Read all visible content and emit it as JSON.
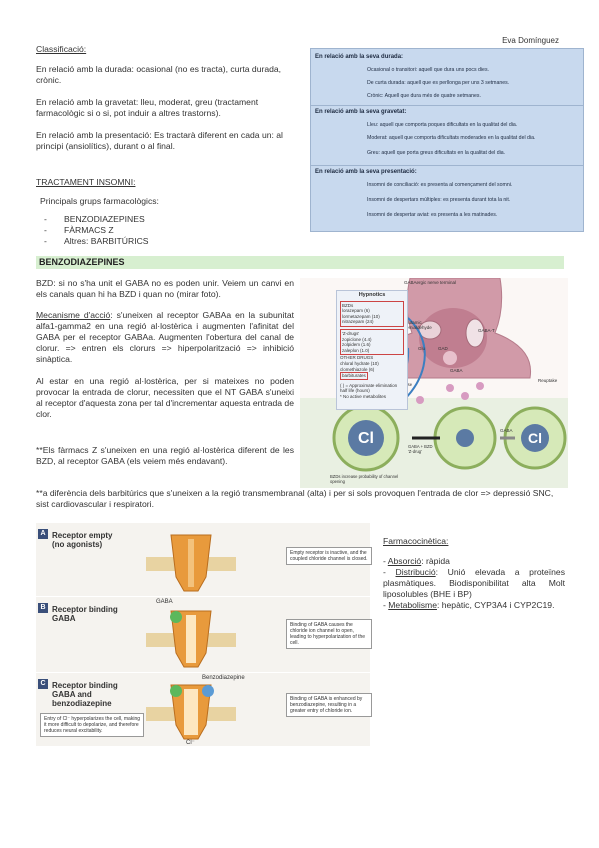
{
  "author": "Eva Domínguez",
  "classification": {
    "title": "Classificació:",
    "paragraphs": [
      "En relació amb la durada: ocasional (no es tracta), curta durada, crònic.",
      "En relació amb la gravetat: lleu, moderat, greu (tractament farmacològic si o si, pot induir a altres trastorns).",
      "En relació amb la presentació: Es tractarà diferent en cada un: al principi (ansiolítics), durant o al final."
    ],
    "table": {
      "sections": [
        {
          "header": "En relació amb la seva durada:",
          "items": [
            "Ocasional o transitori: aquell que dura uns pocs dies.",
            "De curta durada: aquell que es perllonga per uns 3 setmanes.",
            "Crònic: Aquell que dura més de quatre setmanes."
          ]
        },
        {
          "header": "En relació amb la seva gravetat:",
          "items": [
            "Lleu: aquell que comporta poques dificultats en la qualitat del dia.",
            "Moderat: aquell que comporta dificultats moderades en la qualitat del dia.",
            "Greu: aquell que porta greus dificultats en la qualitat del dia."
          ]
        },
        {
          "header": "En relació amb la seva presentació:",
          "items": [
            "Insomni de conciliació: es presenta al començament del somni.",
            "Insomni de despertars múltiples: es presenta durant tota la nit.",
            "Insomni de despertar aviat: es presenta a les matinades."
          ]
        }
      ]
    }
  },
  "treatment": {
    "title": "TRACTAMENT INSOMNI:",
    "groups_title": "Principals grups farmacològics:",
    "groups": [
      "BENZODIAZEPINES",
      "FÀRMACS Z",
      "Altres: BARBITÚRICS"
    ]
  },
  "bzd": {
    "section_title": "BENZODIAZEPINES",
    "intro": "BZD: si no s'ha unit el GABA no es poden unir. Veiem un canvi en els canals quan hi ha BZD i quan no (mirar foto).",
    "mechanism_label": "Mecanisme d'acció",
    "mechanism_text": ": s'uneixen al receptor GABAa en la subunitat alfa1-gamma2 en una regió al·lostèrica i augmenten l'afinitat del GABA per el receptor GABAa. Augmenten l'obertura del canal de clorur. => entren els clorurs => hiperpolarització => inhibició sinàptica.",
    "allosteric_text": "Al estar en una regió al·lostèrica, per si mateixes no poden provocar la entrada de clorur, necessiten que el NT GABA s'uneixi al receptor d'aquesta zona per tal d'incrementar aquesta entrada de clor.",
    "z_drugs_note": "**Els fàrmacs Z s'uneixen en una regió al·lostèrica diferent de les BZD, al receptor GABA (els veiem més endavant).",
    "barbiturates_note": "**a diferència dels barbitúrics que s'uneixen a la regió transmembranal (alta) i per si sols provoquen l'entrada de clor => depressió SNC, sist cardiovascular i respiratori."
  },
  "pharmacokinetics": {
    "title": "Farmacocinètica:",
    "items": [
      {
        "label": "Absorció",
        "text": ": ràpida"
      },
      {
        "label": "Distribució",
        "text": ": Unió elevada a proteïnes plasmàtiques. Biodisponibilitat alta Molt liposolubles (BHE i BP)"
      },
      {
        "label": "Metabolisme",
        "text": ": hepàtic, CYP3A4 i CYP2C19."
      }
    ]
  },
  "figure_top": {
    "hypnotics_title": "Hypnotics",
    "bzd_label": "BZDs",
    "drugs": [
      "lorazepam (6)",
      "lormetazepam (10)",
      "nitrazepam (24)"
    ],
    "zdrug_label": "'Z-drugs'",
    "zdrugs": [
      "zopiclone (4.4)",
      "zolpidem (1.6)",
      "zaleplon (1.0)"
    ],
    "other_label": "OTHER DRUGS",
    "others": [
      "chloral hydrate (10)",
      "clomethiazole (6)"
    ],
    "barb_label": "barbiturates",
    "legend": [
      "( ) = Approximate elimination half life (hours)",
      "* No active metabolites"
    ],
    "terminal_label": "GABAergic nerve terminal",
    "enzyme_label": "Glutamic semialdehyde",
    "glu_label": "Glu",
    "gad_label": "GAD",
    "gaba_label": "GABA",
    "gabat_label": "GABA-T",
    "reuptake_label": "Reuptake",
    "affinity_label": "Increase affinity GABA",
    "open_label": "BZDs increase probability of channel opening",
    "cl": "Cl",
    "gaba_bzd": "GABA + BZD 'Z-drug'",
    "gaba_right": "GABA"
  },
  "figure_bottom": {
    "panels": [
      {
        "letter": "A",
        "title": "Receptor empty (no agonists)",
        "callout": "Empty receptor is inactive, and the coupled chloride channel is closed."
      },
      {
        "letter": "B",
        "title": "Receptor binding GABA",
        "callout": "Binding of GABA causes the chloride ion channel to open, leading to hyperpolarization of the cell."
      },
      {
        "letter": "C",
        "title": "Receptor binding GABA and benzodiazepine",
        "callout": "Binding of GABA is enhanced by benzodiazepine, resulting in a greater entry of chloride ion."
      }
    ],
    "ion": "Cl⁻",
    "gaba": "GABA",
    "benzo": "Benzodiazepine",
    "entry_callout": "Entry of Cl⁻ hyperpolarizes the cell, making it more difficult to depolarize, and therefore reduces neural excitability."
  }
}
